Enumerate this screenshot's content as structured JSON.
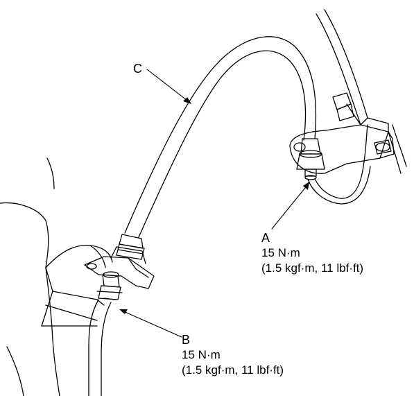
{
  "callouts": {
    "a": {
      "letter": "A",
      "torque": "15 N·m",
      "alt": "(1.5 kgf·m, 11 lbf·ft)"
    },
    "b": {
      "letter": "B",
      "torque": "15 N·m",
      "alt": "(1.5 kgf·m, 11 lbf·ft)"
    },
    "c": {
      "letter": "C"
    }
  }
}
